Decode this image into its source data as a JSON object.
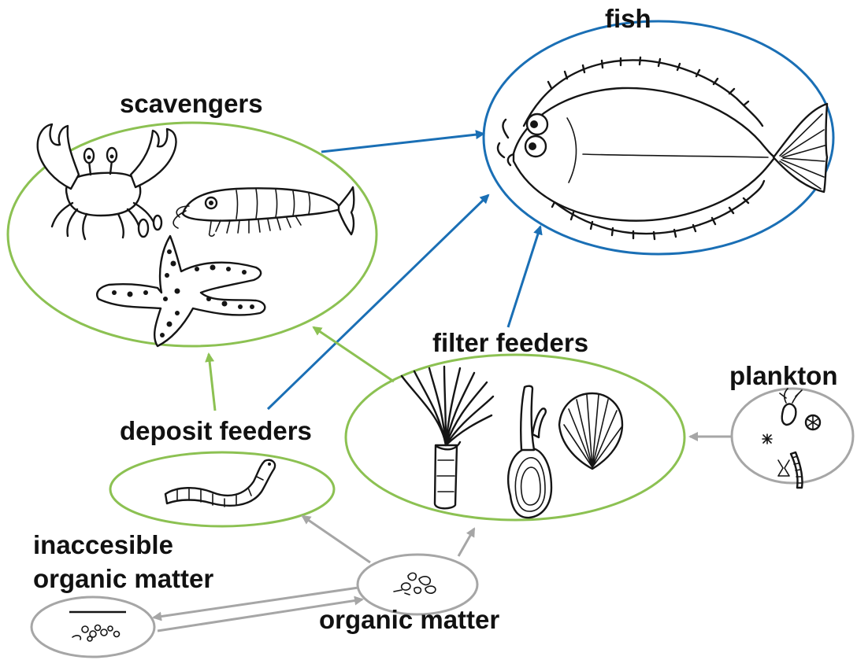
{
  "colors": {
    "fish_ring": "#1a6fb5",
    "green_ring": "#8cc152",
    "gray_ring": "#a6a6a6",
    "blue_arrow": "#1a6fb5",
    "green_arrow": "#8cc152",
    "gray_arrow": "#a6a6a6",
    "text": "#111111"
  },
  "nodes": {
    "fish": {
      "label": "fish",
      "icon": "flatfish-icon"
    },
    "scavengers": {
      "label": "scavengers",
      "icons": [
        "crab-icon",
        "shrimp-icon",
        "starfish-icon"
      ]
    },
    "filter_feeders": {
      "label": "filter feeders",
      "icons": [
        "tube-worm-icon",
        "clam-icon",
        "scallop-icon"
      ]
    },
    "plankton": {
      "label": "plankton",
      "icon": "plankton-icon"
    },
    "deposit_feeders": {
      "label": "deposit feeders",
      "icon": "worm-icon"
    },
    "organic_matter": {
      "label": "organic matter",
      "icon": "particles-icon"
    },
    "inaccessible": {
      "label_line1": "inaccesible",
      "label_line2": "organic matter",
      "icon": "sediment-icon"
    }
  },
  "edges": [
    {
      "from": "scavengers",
      "to": "fish",
      "color": "blue"
    },
    {
      "from": "deposit_feeders",
      "to": "fish",
      "color": "blue"
    },
    {
      "from": "filter_feeders",
      "to": "fish",
      "color": "blue"
    },
    {
      "from": "filter_feeders",
      "to": "scavengers",
      "color": "green"
    },
    {
      "from": "deposit_feeders",
      "to": "scavengers",
      "color": "green"
    },
    {
      "from": "plankton",
      "to": "filter_feeders",
      "color": "gray"
    },
    {
      "from": "organic_matter",
      "to": "deposit_feeders",
      "color": "gray"
    },
    {
      "from": "organic_matter",
      "to": "filter_feeders",
      "color": "gray"
    },
    {
      "from": "organic_matter",
      "to": "inaccessible",
      "color": "gray"
    },
    {
      "from": "inaccessible",
      "to": "organic_matter",
      "color": "gray"
    }
  ]
}
